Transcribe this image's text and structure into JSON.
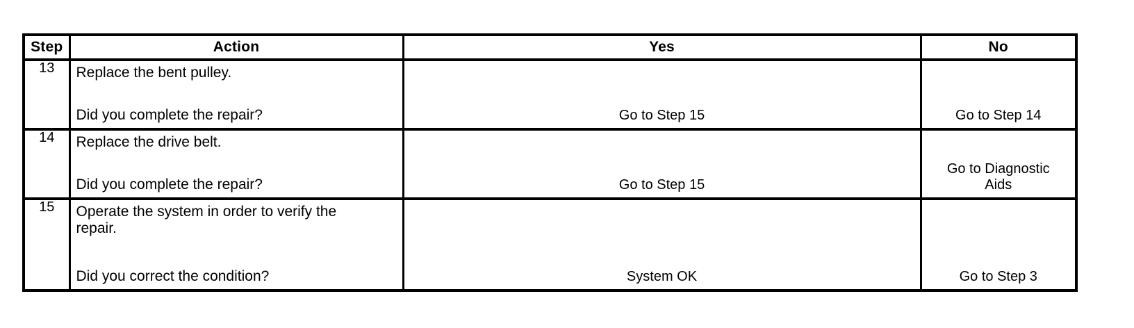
{
  "document": {
    "kind": "diagnostic-step-table",
    "background_color": "#ffffff",
    "text_color": "#000000",
    "border_color": "#000000"
  },
  "table": {
    "headers": {
      "step": "Step",
      "action": "Action",
      "yes": "Yes",
      "no": "No"
    },
    "rows": [
      {
        "step": "13",
        "action_instruction": "Replace the bent pulley.",
        "action_question": "Did you complete the repair?",
        "yes": "Go to Step 15",
        "no": "Go to Step 14"
      },
      {
        "step": "14",
        "action_instruction": "Replace the drive belt.",
        "action_question": "Did you complete the repair?",
        "yes": "Go to Step 15",
        "no": "Go to Diagnostic\nAids"
      },
      {
        "step": "15",
        "action_instruction": "Operate the system in order to verify the\nrepair.",
        "action_question": "Did you correct the condition?",
        "yes": "System OK",
        "no": "Go to Step 3"
      }
    ]
  }
}
